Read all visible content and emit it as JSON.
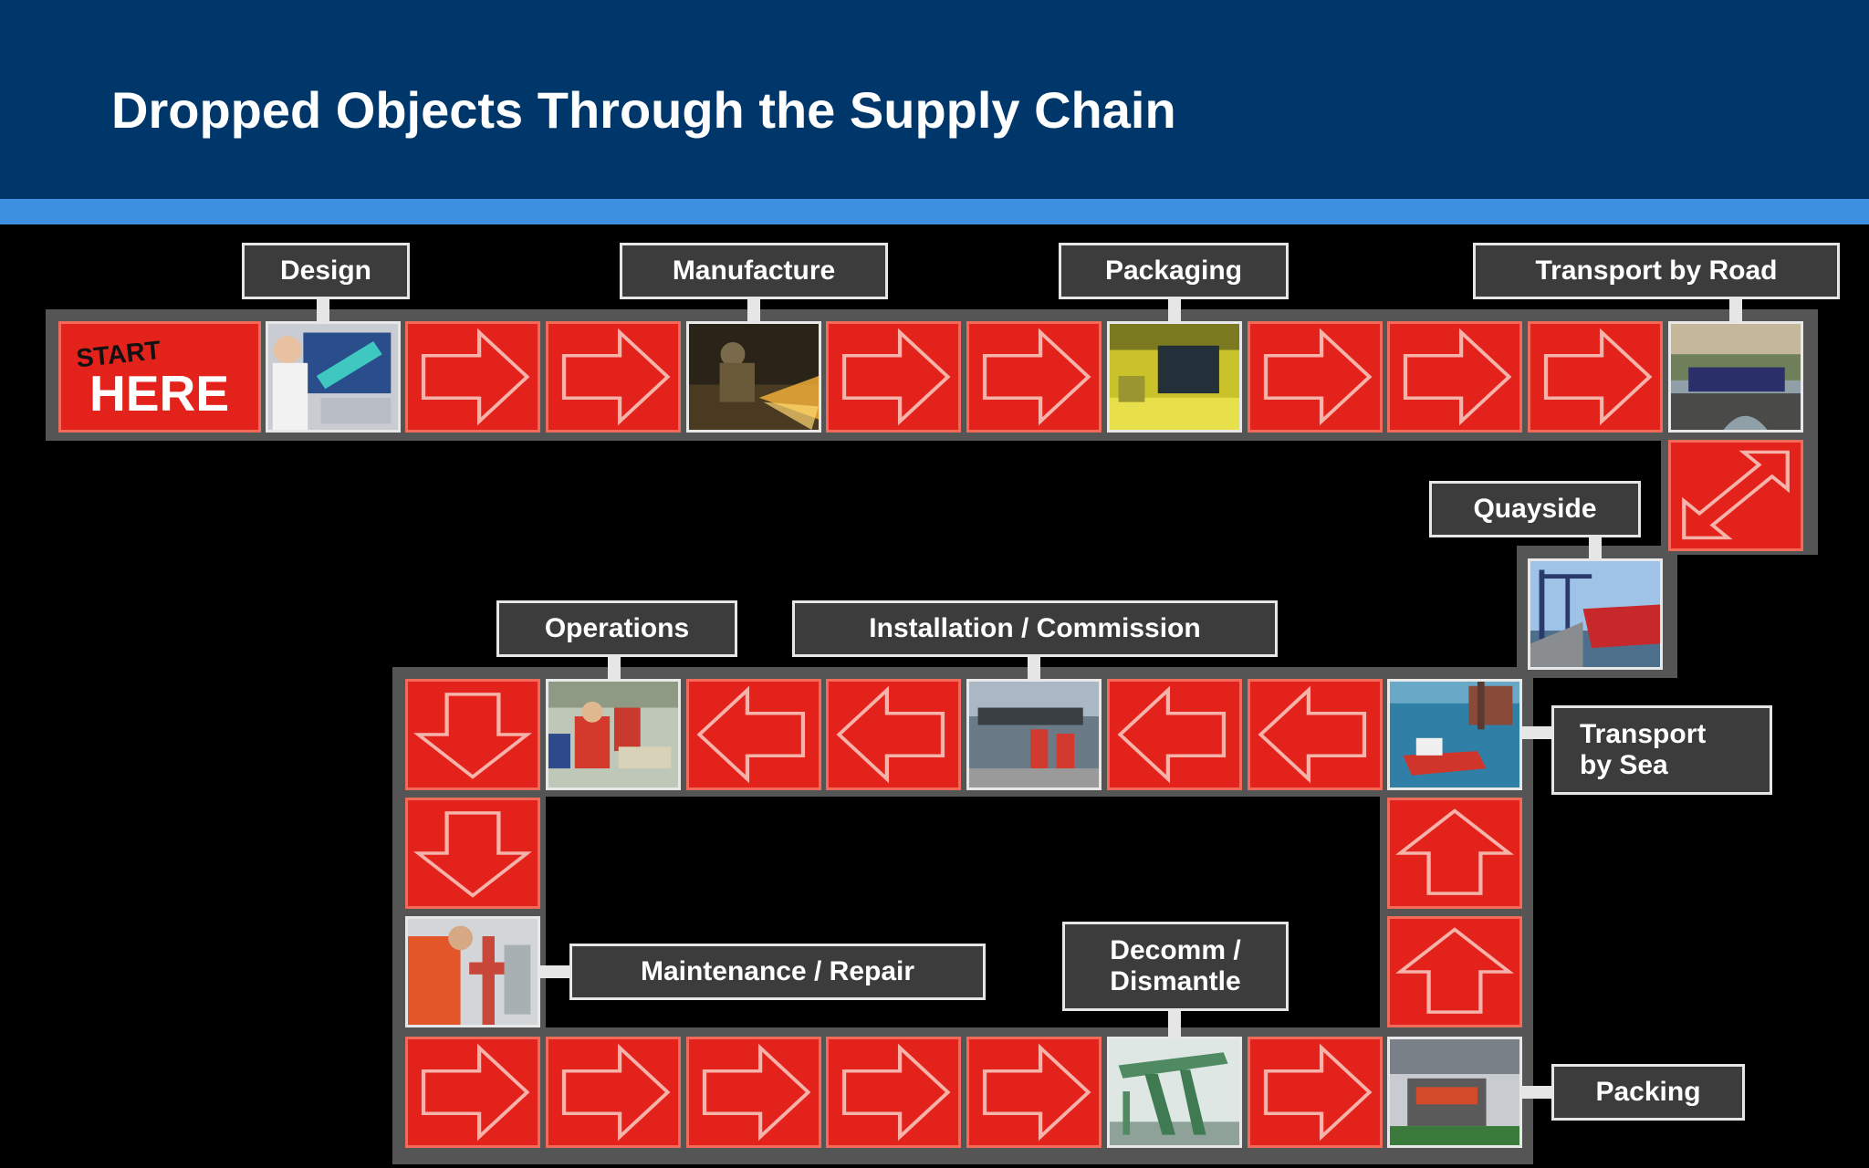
{
  "slide": {
    "title": "Dropped Objects Through the Supply Chain",
    "colors": {
      "header": "#00376b",
      "stripe": "#3d8fe0",
      "tile_red": "#e3221c",
      "track": "#555555",
      "label_bg": "#3c3c3c"
    }
  },
  "start_tile": {
    "line1": "START",
    "line2": "HERE"
  },
  "labels": {
    "design": "Design",
    "manufacture": "Manufacture",
    "packaging": "Packaging",
    "transport_road": "Transport by Road",
    "quayside": "Quayside",
    "transport_sea_1": "Transport",
    "transport_sea_2": "by Sea",
    "operations": "Operations",
    "installation": "Installation / Commission",
    "maintenance": "Maintenance / Repair",
    "decomm_1": "Decomm /",
    "decomm_2": "Dismantle",
    "packing": "Packing"
  },
  "icons": {
    "arrow_right": "arrow-right-icon",
    "arrow_left": "arrow-left-icon",
    "arrow_up": "arrow-up-icon",
    "arrow_down": "arrow-down-icon",
    "arrow_diagonal": "arrow-diagonal-icon"
  }
}
